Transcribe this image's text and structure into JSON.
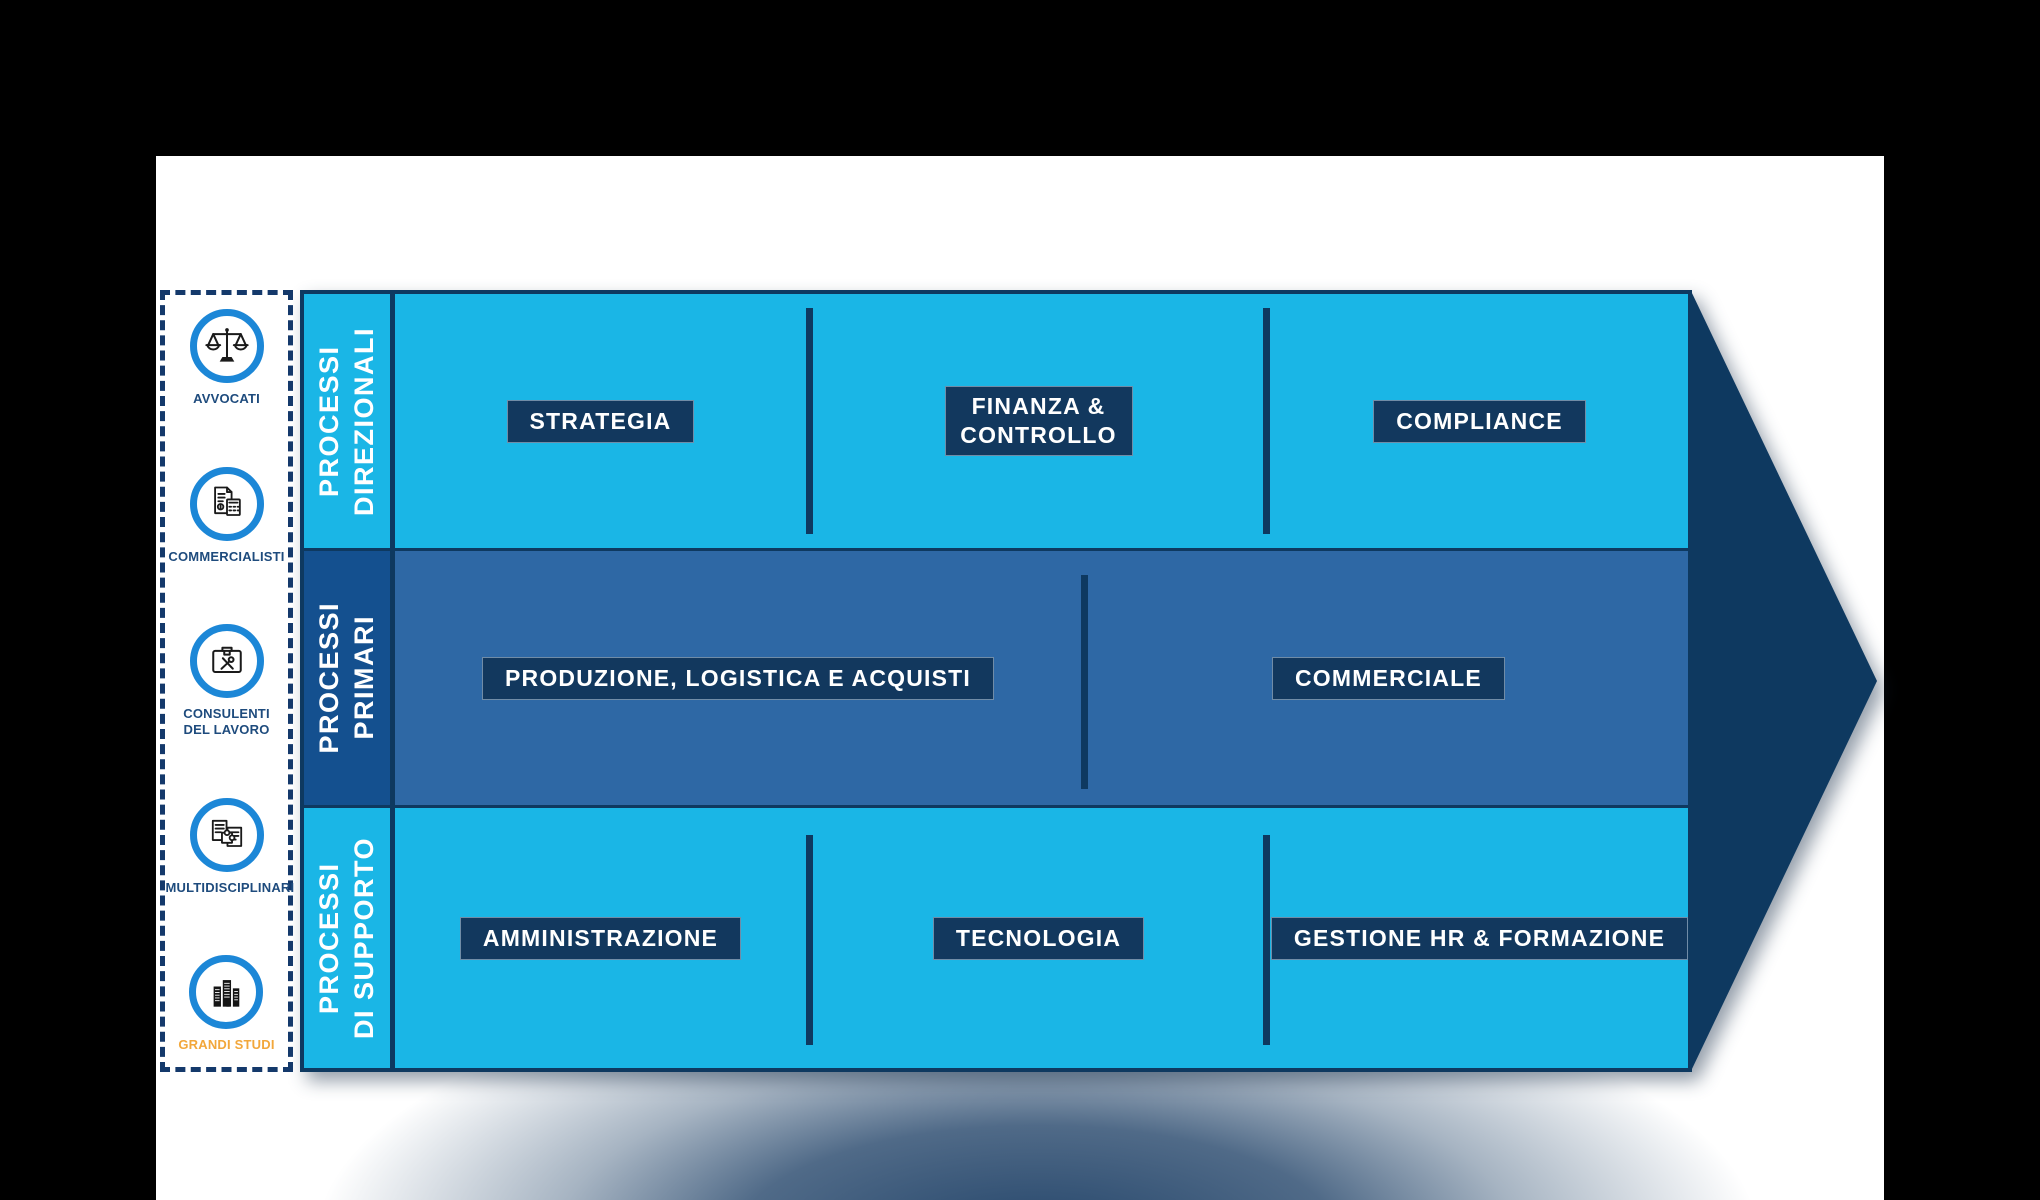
{
  "palette": {
    "canvas_black": "#000000",
    "panel_white": "#ffffff",
    "cyan_band": "#1AB6E6",
    "primary_band_blue": "#2E68A5",
    "primary_strip_blue": "#14508F",
    "navy_border": "#0E3960",
    "box_navy": "#12385E",
    "icon_ring_blue": "#1C87D7",
    "sidebar_label_navy": "#1E4B7D",
    "grandi_studi_orange": "#F2A73B",
    "bottom_shadow_blue": "#24456A"
  },
  "sidebar": {
    "items": [
      {
        "label": "AVVOCATI",
        "icon": "scales-of-justice-icon"
      },
      {
        "label": "COMMERCIALISTI",
        "icon": "invoice-calculator-icon"
      },
      {
        "label": "CONSULENTI DEL LAVORO",
        "icon": "toolbox-icon"
      },
      {
        "label": "MULTIDISCIPLINARI",
        "icon": "puzzle-documents-icon"
      },
      {
        "label": "GRANDI STUDI",
        "icon": "buildings-icon"
      }
    ]
  },
  "bands": [
    {
      "label_line1": "PROCESSI",
      "label_line2": "DIREZIONALI",
      "items": [
        {
          "label": "STRATEGIA"
        },
        {
          "label": "FINANZA & CONTROLLO"
        },
        {
          "label": "COMPLIANCE"
        }
      ]
    },
    {
      "label_line1": "PROCESSI",
      "label_line2": "PRIMARI",
      "items": [
        {
          "label": "PRODUZIONE, LOGISTICA E ACQUISTI"
        },
        {
          "label": "COMMERCIALE"
        }
      ]
    },
    {
      "label_line1": "PROCESSI",
      "label_line2": "DI SUPPORTO",
      "items": [
        {
          "label": "AMMINISTRAZIONE"
        },
        {
          "label": "TECNOLOGIA"
        },
        {
          "label": "GESTIONE HR & FORMAZIONE"
        }
      ]
    }
  ]
}
